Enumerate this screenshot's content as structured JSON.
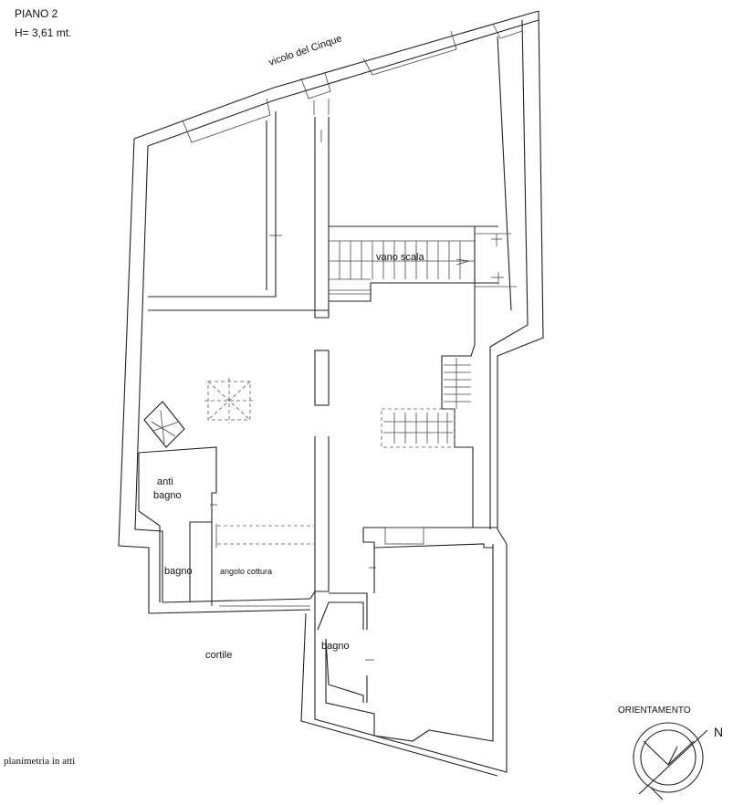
{
  "header": {
    "floor": "PIANO 2",
    "height": "H= 3,61 mt."
  },
  "street": "vicolo del Cinque",
  "rooms": {
    "stair_well": "vano scala",
    "anti_bagno_line1": "anti",
    "anti_bagno_line2": "bagno",
    "bagno_left": "bagno",
    "angolo_cottura": "angolo cottura",
    "bagno_right": "bagno"
  },
  "courtyard": "cortile",
  "orientation": {
    "title": "ORIENTAMENTO",
    "north": "N"
  },
  "footer": "planimetria in atti"
}
